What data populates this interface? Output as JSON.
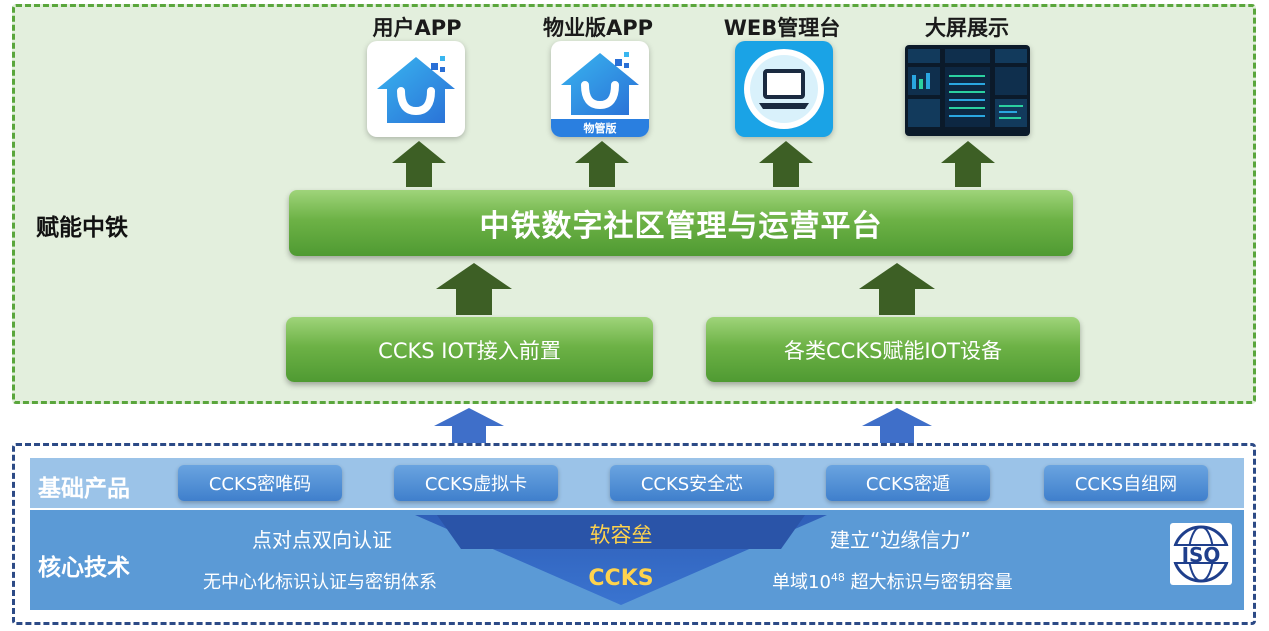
{
  "top": {
    "side_label": "赋能中铁",
    "apps": [
      {
        "label": "用户APP",
        "icon": "house-smile-icon"
      },
      {
        "label": "物业版APP",
        "icon": "house-smile-icon",
        "badge": "物管版"
      },
      {
        "label": "WEB管理台",
        "icon": "laptop-icon"
      },
      {
        "label": "大屏展示",
        "icon": "dashboard-screen-icon"
      }
    ],
    "platform": "中铁数字社区管理与运营平台",
    "sub_boxes": [
      "CCKS IOT接入前置",
      "各类CCKS赋能IOT设备"
    ]
  },
  "bottom": {
    "base_label": "基础产品",
    "products": [
      "CCKS密唯码",
      "CCKS虚拟卡",
      "CCKS安全芯",
      "CCKS密遁",
      "CCKS自组网"
    ],
    "core_label": "核心技术",
    "left_texts": [
      "点对点双向认证",
      "无中心化标识认证与密钥体系"
    ],
    "triangle_top": "软容垒",
    "triangle_bottom": "CCKS",
    "right_texts": [
      "建立“边缘信力”",
      "单域10",
      "48",
      " 超大标识与密钥容量"
    ],
    "iso": "ISO"
  },
  "colors": {
    "green_border": "#5aa63c",
    "green_box": "#6db246",
    "dark_arrow": "#3d5f25",
    "blue_border": "#2c4a86",
    "blue_arrow": "#3f6fc9",
    "core_blue": "#5b9ad6",
    "accent_yellow": "#ffd34d"
  }
}
